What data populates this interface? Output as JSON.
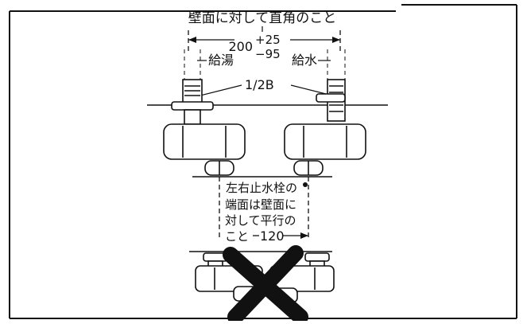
{
  "labels": {
    "perpendicular_note": "壁面に対して直角のこと",
    "dim_nominal": "200",
    "dim_plus": "+25",
    "dim_minus": "−95",
    "hot_water": "給湯",
    "cold_water": "給水",
    "pipe_size": "1/2B",
    "parallel_note_line1": "左右止水栓の",
    "parallel_note_line2": "端面は壁面に",
    "parallel_note_line3": "対して平行の",
    "parallel_note_line4": "こと",
    "dim_bottom": "120"
  },
  "colors": {
    "line": "#111111",
    "cross_mark": "#111111",
    "background": "#ffffff"
  },
  "icons": {
    "incorrect_mark": "cross-x-icon"
  }
}
